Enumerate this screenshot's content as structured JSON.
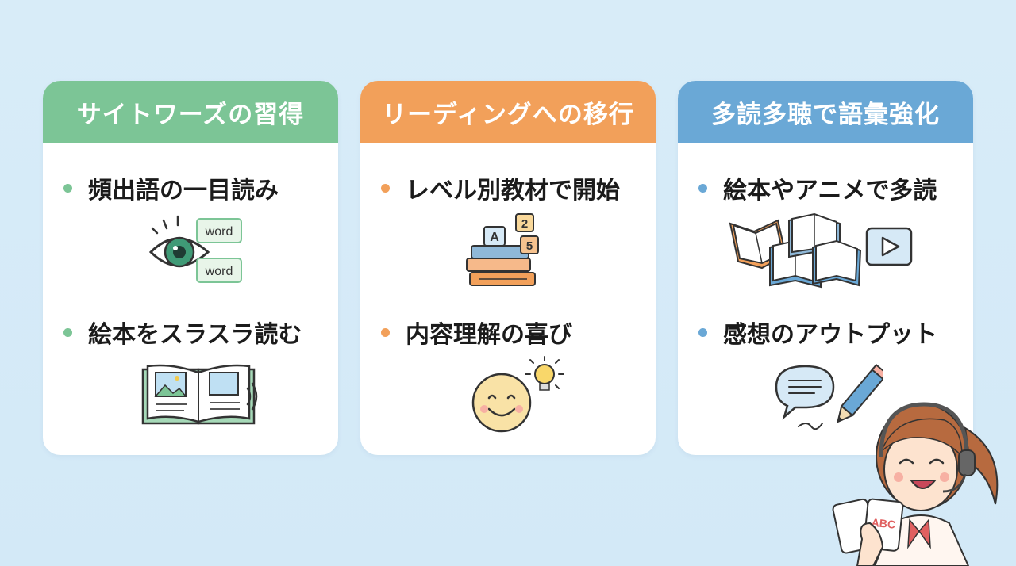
{
  "cards": [
    {
      "title": "サイトワーズの習得",
      "color": "#7cc596",
      "items": [
        {
          "label": "頻出語の一目読み",
          "icon": "eye-word-cards-icon"
        },
        {
          "label": "絵本をスラスラ読む",
          "icon": "open-picture-book-icon"
        }
      ],
      "words": [
        "word",
        "word"
      ]
    },
    {
      "title": "リーディングへの移行",
      "color": "#f2a05a",
      "items": [
        {
          "label": "レベル別教材で開始",
          "icon": "stacked-books-icon"
        },
        {
          "label": "内容理解の喜び",
          "icon": "smiley-lightbulb-icon"
        }
      ],
      "block_letters": [
        "A",
        "2",
        "5"
      ]
    },
    {
      "title": "多読多聴で語彙強化",
      "color": "#6aa8d6",
      "items": [
        {
          "label": "絵本やアニメで多読",
          "icon": "books-and-video-icon"
        },
        {
          "label": "感想のアウトプット",
          "icon": "speech-bubble-pencil-icon"
        }
      ]
    }
  ],
  "character": {
    "icon": "girl-with-headset-icon",
    "card_text": "ABC"
  }
}
